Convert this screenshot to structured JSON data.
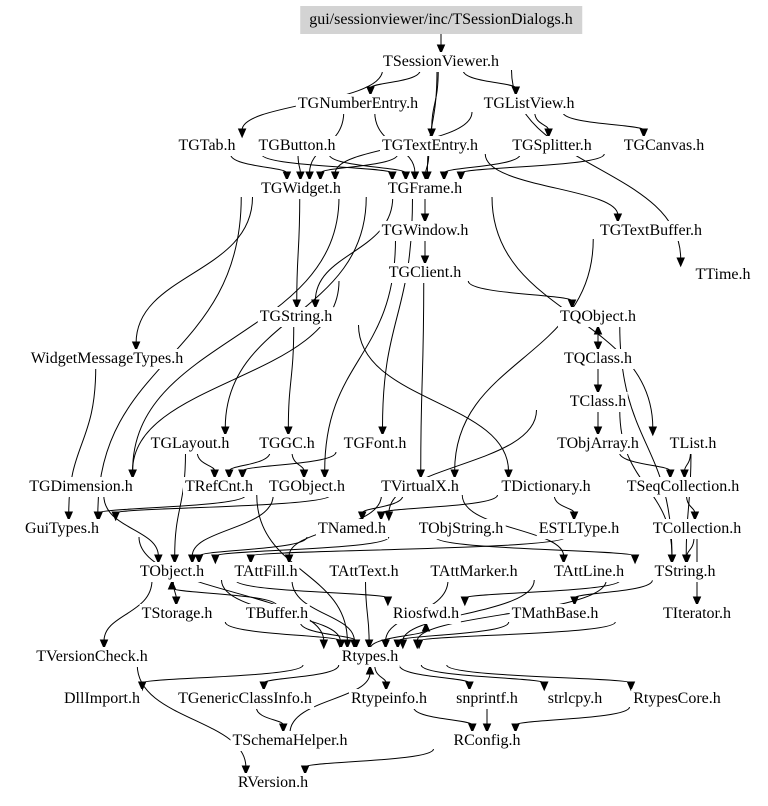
{
  "diagram": {
    "colors": {
      "root_fill": "#d3d3d3",
      "edge": "#000000",
      "text": "#000000",
      "background": "#ffffff"
    },
    "nodes": [
      {
        "id": "root",
        "label": "gui/sessionviewer/inc/TSessionDialogs.h"
      },
      {
        "id": "sv",
        "label": "TSessionViewer.h"
      },
      {
        "id": "numentry",
        "label": "TGNumberEntry.h"
      },
      {
        "id": "listview",
        "label": "TGListView.h"
      },
      {
        "id": "tab",
        "label": "TGTab.h"
      },
      {
        "id": "button",
        "label": "TGButton.h"
      },
      {
        "id": "textentry",
        "label": "TGTextEntry.h"
      },
      {
        "id": "splitter",
        "label": "TGSplitter.h"
      },
      {
        "id": "canvas",
        "label": "TGCanvas.h"
      },
      {
        "id": "widget",
        "label": "TGWidget.h"
      },
      {
        "id": "frame",
        "label": "TGFrame.h"
      },
      {
        "id": "window",
        "label": "TGWindow.h"
      },
      {
        "id": "textbuffer",
        "label": "TGTextBuffer.h"
      },
      {
        "id": "client",
        "label": "TGClient.h"
      },
      {
        "id": "time",
        "label": "TTime.h"
      },
      {
        "id": "string",
        "label": "TGString.h"
      },
      {
        "id": "qobject",
        "label": "TQObject.h"
      },
      {
        "id": "wmt",
        "label": "WidgetMessageTypes.h"
      },
      {
        "id": "qclass",
        "label": "TQClass.h"
      },
      {
        "id": "tclass",
        "label": "TClass.h"
      },
      {
        "id": "layout",
        "label": "TGLayout.h"
      },
      {
        "id": "gc",
        "label": "TGGC.h"
      },
      {
        "id": "font",
        "label": "TGFont.h"
      },
      {
        "id": "objarray",
        "label": "TObjArray.h"
      },
      {
        "id": "tlist",
        "label": "TList.h"
      },
      {
        "id": "dimension",
        "label": "TGDimension.h"
      },
      {
        "id": "refcnt",
        "label": "TRefCnt.h"
      },
      {
        "id": "gobject",
        "label": "TGObject.h"
      },
      {
        "id": "virtualx",
        "label": "TVirtualX.h"
      },
      {
        "id": "dictionary",
        "label": "TDictionary.h"
      },
      {
        "id": "seqcoll",
        "label": "TSeqCollection.h"
      },
      {
        "id": "guitypes",
        "label": "GuiTypes.h"
      },
      {
        "id": "named",
        "label": "TNamed.h"
      },
      {
        "id": "objstring",
        "label": "TObjString.h"
      },
      {
        "id": "estl",
        "label": "ESTLType.h"
      },
      {
        "id": "collection",
        "label": "TCollection.h"
      },
      {
        "id": "tobject",
        "label": "TObject.h"
      },
      {
        "id": "attfill",
        "label": "TAttFill.h"
      },
      {
        "id": "atttext",
        "label": "TAttText.h"
      },
      {
        "id": "attmarker",
        "label": "TAttMarker.h"
      },
      {
        "id": "attline",
        "label": "TAttLine.h"
      },
      {
        "id": "tstring",
        "label": "TString.h"
      },
      {
        "id": "storage",
        "label": "TStorage.h"
      },
      {
        "id": "buffer",
        "label": "TBuffer.h"
      },
      {
        "id": "riosfwd",
        "label": "Riosfwd.h"
      },
      {
        "id": "mathbase",
        "label": "TMathBase.h"
      },
      {
        "id": "iterator",
        "label": "TIterator.h"
      },
      {
        "id": "versioncheck",
        "label": "TVersionCheck.h"
      },
      {
        "id": "rtypes",
        "label": "Rtypes.h"
      },
      {
        "id": "dllimport",
        "label": "DllImport.h"
      },
      {
        "id": "genclass",
        "label": "TGenericClassInfo.h"
      },
      {
        "id": "rtypeinfo",
        "label": "Rtypeinfo.h"
      },
      {
        "id": "snprintf",
        "label": "snprintf.h"
      },
      {
        "id": "strlcpy",
        "label": "strlcpy.h"
      },
      {
        "id": "rtypescore",
        "label": "RtypesCore.h"
      },
      {
        "id": "schema",
        "label": "TSchemaHelper.h"
      },
      {
        "id": "rconfig",
        "label": "RConfig.h"
      },
      {
        "id": "rversion",
        "label": "RVersion.h"
      }
    ],
    "edges": [
      [
        "root",
        "sv"
      ],
      [
        "sv",
        "tab"
      ],
      [
        "sv",
        "numentry"
      ],
      [
        "sv",
        "listview"
      ],
      [
        "sv",
        "textentry"
      ],
      [
        "sv",
        "frame"
      ],
      [
        "sv",
        "time"
      ],
      [
        "numentry",
        "widget"
      ],
      [
        "numentry",
        "frame"
      ],
      [
        "listview",
        "canvas"
      ],
      [
        "listview",
        "splitter"
      ],
      [
        "listview",
        "widget"
      ],
      [
        "tab",
        "widget"
      ],
      [
        "tab",
        "frame"
      ],
      [
        "button",
        "widget"
      ],
      [
        "button",
        "frame"
      ],
      [
        "textentry",
        "frame"
      ],
      [
        "textentry",
        "widget"
      ],
      [
        "textentry",
        "textbuffer"
      ],
      [
        "splitter",
        "frame"
      ],
      [
        "canvas",
        "frame"
      ],
      [
        "widget",
        "string"
      ],
      [
        "widget",
        "wmt"
      ],
      [
        "widget",
        "guitypes"
      ],
      [
        "frame",
        "window"
      ],
      [
        "frame",
        "dimension"
      ],
      [
        "frame",
        "layout"
      ],
      [
        "frame",
        "font"
      ],
      [
        "frame",
        "string"
      ],
      [
        "frame",
        "tlist"
      ],
      [
        "window",
        "client"
      ],
      [
        "window",
        "gobject"
      ],
      [
        "textbuffer",
        "virtualx"
      ],
      [
        "client",
        "qobject"
      ],
      [
        "client",
        "virtualx"
      ],
      [
        "client",
        "dimension"
      ],
      [
        "string",
        "gc"
      ],
      [
        "string",
        "dictionary"
      ],
      [
        "qobject",
        "qclass"
      ],
      [
        "qclass",
        "qobject"
      ],
      [
        "qclass",
        "tclass"
      ],
      [
        "qobject",
        "tstring"
      ],
      [
        "tclass",
        "objarray"
      ],
      [
        "tclass",
        "tdictionary_skip"
      ],
      [
        "tclass",
        "tstring"
      ],
      [
        "tclass",
        "named"
      ],
      [
        "objarray",
        "seqcoll"
      ],
      [
        "tlist",
        "seqcoll"
      ],
      [
        "tlist",
        "tstring"
      ],
      [
        "layout",
        "refcnt"
      ],
      [
        "layout",
        "tobject"
      ],
      [
        "gc",
        "refcnt"
      ],
      [
        "gc",
        "gobject"
      ],
      [
        "font",
        "refcnt"
      ],
      [
        "dimension",
        "tobject"
      ],
      [
        "gobject",
        "guitypes"
      ],
      [
        "gobject",
        "tobject"
      ],
      [
        "virtualx",
        "named"
      ],
      [
        "virtualx",
        "guitypes"
      ],
      [
        "virtualx",
        "attfill"
      ],
      [
        "virtualx",
        "attline"
      ],
      [
        "dictionary",
        "named"
      ],
      [
        "dictionary",
        "estl"
      ],
      [
        "seqcoll",
        "collection"
      ],
      [
        "guitypes",
        "rtypes"
      ],
      [
        "wmt",
        "guitypes"
      ],
      [
        "named",
        "tobject"
      ],
      [
        "named",
        "tstring"
      ],
      [
        "objstring",
        "tobject"
      ],
      [
        "collection",
        "tobject"
      ],
      [
        "collection",
        "iterator"
      ],
      [
        "collection",
        "tstring"
      ],
      [
        "tobject",
        "storage"
      ],
      [
        "tobject",
        "versioncheck"
      ],
      [
        "tobject",
        "riosfwd"
      ],
      [
        "tobject",
        "rtypes"
      ],
      [
        "attfill",
        "rtypes"
      ],
      [
        "atttext",
        "rtypes"
      ],
      [
        "attmarker",
        "rtypes"
      ],
      [
        "attline",
        "rtypes"
      ],
      [
        "tstring",
        "riosfwd"
      ],
      [
        "tstring",
        "mathbase"
      ],
      [
        "tstring",
        "rtypes"
      ],
      [
        "refcnt",
        "rtypes"
      ],
      [
        "storage",
        "rtypes"
      ],
      [
        "buffer",
        "tobject"
      ],
      [
        "buffer",
        "rtypes"
      ],
      [
        "mathbase",
        "rtypes"
      ],
      [
        "iterator",
        "rtypes"
      ],
      [
        "versioncheck",
        "rversion"
      ],
      [
        "rtypes",
        "dllimport"
      ],
      [
        "rtypes",
        "genclass"
      ],
      [
        "rtypes",
        "rtypeinfo"
      ],
      [
        "rtypes",
        "snprintf"
      ],
      [
        "rtypes",
        "strlcpy"
      ],
      [
        "rtypes",
        "rtypescore"
      ],
      [
        "rtypes",
        "riosfwd"
      ],
      [
        "genclass",
        "schema"
      ],
      [
        "schema",
        "rtypes"
      ],
      [
        "rtypeinfo",
        "rconfig"
      ],
      [
        "snprintf",
        "rconfig"
      ],
      [
        "rtypescore",
        "rconfig"
      ],
      [
        "rconfig",
        "rversion"
      ]
    ]
  }
}
